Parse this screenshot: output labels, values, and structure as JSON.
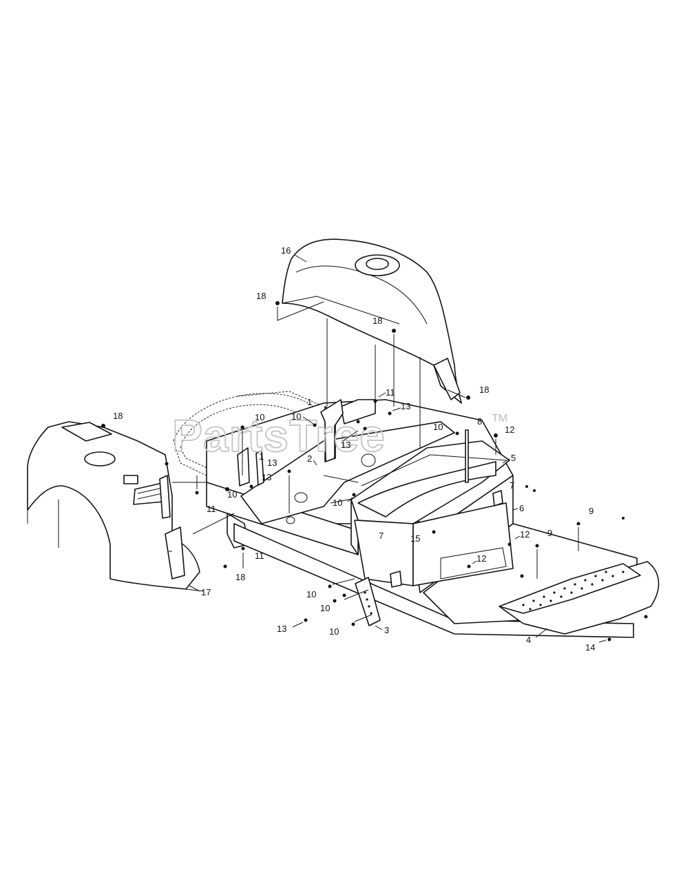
{
  "watermark": {
    "text": "PartsTree",
    "trademark": "TM"
  },
  "callouts": {
    "c1a": "1",
    "c1b": "1",
    "c2": "2",
    "c3": "3",
    "c4": "4",
    "c5": "5",
    "c6": "6",
    "c7a": "7",
    "c7b": "7",
    "c8": "8",
    "c9a": "9",
    "c9b": "9",
    "c10a": "10",
    "c10b": "10",
    "c10c": "10",
    "c10d": "10",
    "c10e": "10",
    "c10f": "10",
    "c10g": "10",
    "c11a": "11",
    "c11b": "11",
    "c11c": "11",
    "c12a": "12",
    "c12b": "12",
    "c12c": "12",
    "c13a": "13",
    "c13b": "13",
    "c13c": "13",
    "c13d": "13",
    "c13e": "13",
    "c14": "14",
    "c15": "15",
    "c16": "16",
    "c17": "17",
    "c18a": "18",
    "c18b": "18",
    "c18c": "18",
    "c18d": "18",
    "c18e": "18"
  }
}
